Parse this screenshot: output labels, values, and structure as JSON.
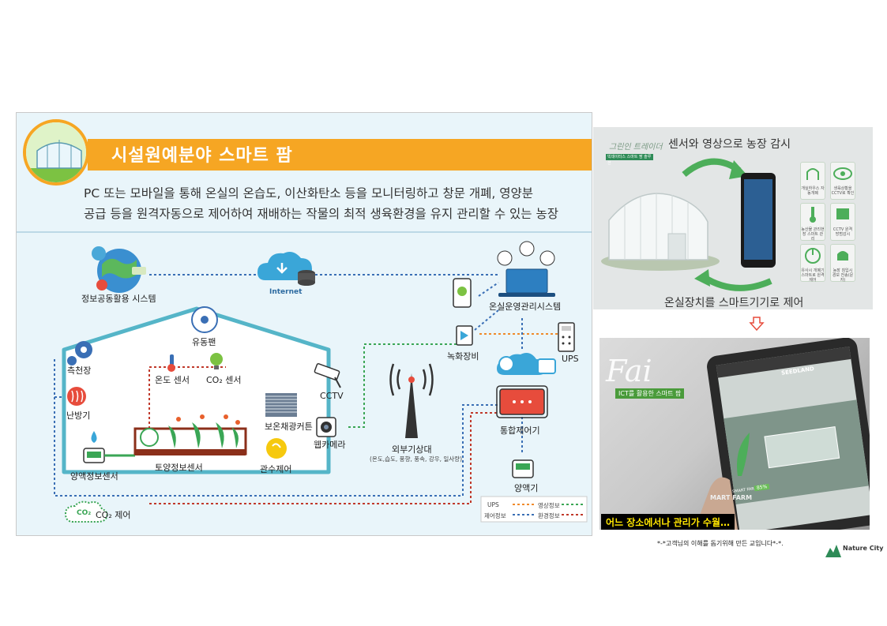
{
  "left": {
    "title": "시설원예분야 스마트 팜",
    "description": [
      "PC 또는 모바일을 통해 온실의 온습도, 이산화탄소 등을 모니터링하고 창문 개폐, 영양분",
      "공급 등을 원격자동으로 제어하여 재배하는 작물의 최적 생육환경을 유지 관리할 수 있는 농장"
    ],
    "labels": {
      "info_system": "정보공동활용 시스템",
      "internet": "Internet",
      "greenhouse_mgmt": "온실운영관리시스템",
      "recorder": "녹화장비",
      "ups": "UPS",
      "fan": "유동팬",
      "side_window": "측천장",
      "heater": "난방기",
      "temp_sensor": "온도 센서",
      "co2_sensor": "CO₂ 센서",
      "cctv": "CCTV",
      "curtain": "보온채광커튼",
      "webcam": "웹카메라",
      "weather": "외부기상대",
      "weather_sub": "(온도,습도, 풍향, 풍속, 강우, 일사량)",
      "controller": "통합제어기",
      "nutrient_sensor": "양액정보센서",
      "soil_sensor": "토양정보센서",
      "irrigation": "관수제어",
      "nutrient": "양액기",
      "co2_control": "CO₂ 제어",
      "co2_cloud": "CO₂"
    },
    "legend": {
      "ups": "UPS",
      "video": "영상정보",
      "control": "제어정보",
      "env": "환경정보"
    }
  },
  "right_top": {
    "brand": "그린인 트레이더",
    "tag": "빅데이터스 스마트 팜 솔루션",
    "title": "센서와 영상으로 농장 감시",
    "bottom": "온실장치를 스마트기기로 제어",
    "icons": [
      {
        "name": "window-icon",
        "label": "개실하우스 자동개폐"
      },
      {
        "name": "eye-icon",
        "label": "생육상황을 CCTV로 확인"
      },
      {
        "name": "thermometer-icon",
        "label": "농산물 관리현장 스마트 관리"
      },
      {
        "name": "chart-icon",
        "label": "CCTV 원격 방범감시"
      },
      {
        "name": "power-icon",
        "label": "유사시 개폐기 스마트로 원격제어"
      },
      {
        "name": "alarm-icon",
        "label": "농장 침입시 경보 전송(문자)"
      }
    ]
  },
  "right_bottom": {
    "fai": "Fai",
    "tag": "ICT를 활용한 스마트 팜",
    "screen_brand": "SEEDLAND",
    "smart_farm": "SMART FARM",
    "percent": "85%",
    "mart_farm": "MART FARM",
    "caption": "어느 장소에서나 관리가 수월…"
  },
  "footer": {
    "note": "*-*고객님의 이해를 돕기위해 만든 교입니다*-*.",
    "brand": "Nature City"
  },
  "colors": {
    "orange": "#f6a623",
    "teal": "#4aa8bd",
    "blue": "#3a6fb5",
    "green": "#3aa655",
    "red": "#c0392b"
  }
}
